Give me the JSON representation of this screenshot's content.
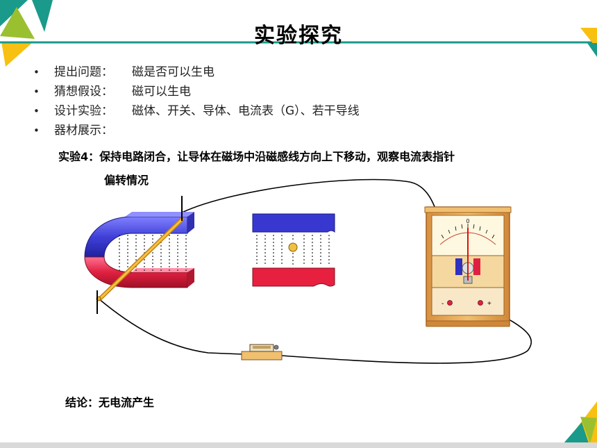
{
  "slide": {
    "title": "实验探究",
    "bullets": [
      {
        "label": "提出问题：",
        "value": "磁是否可以生电"
      },
      {
        "label": "猜想假设：",
        "value": "磁可以生电"
      },
      {
        "label": "设计实验：",
        "value": "磁体、开关、导体、电流表（G）、若干导线"
      },
      {
        "label": "器材展示：",
        "value": ""
      }
    ],
    "experiment": {
      "line1": "实验4：保持电路闭合，让导体在磁场中沿磁感线方向上下移动，观察电流表指针",
      "line2": "偏转情况"
    },
    "conclusion": "结论：无电流产生",
    "ammeter": {
      "zero_mark": "0",
      "minus": "-",
      "plus": "+"
    }
  },
  "colors": {
    "accent_teal": "#1a9a8a",
    "magnet_blue": "#4040d8",
    "magnet_red": "#e02040",
    "conductor_yellow": "#f0b020",
    "meter_wood": "#e8a850"
  }
}
